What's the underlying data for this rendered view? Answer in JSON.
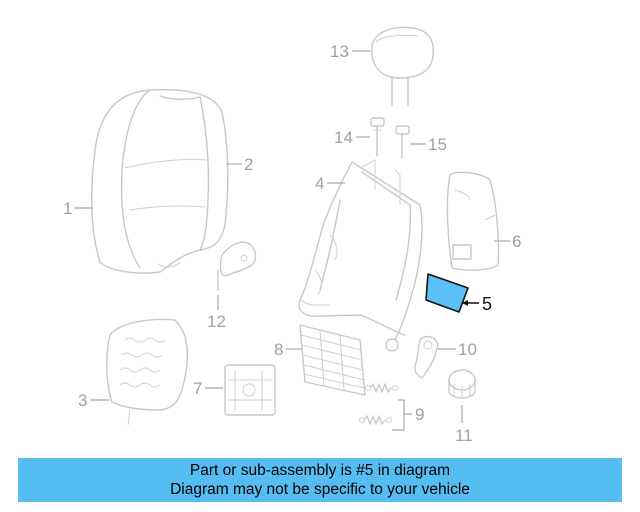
{
  "diagram": {
    "callouts": {
      "c1": "1",
      "c2": "2",
      "c3": "3",
      "c4": "4",
      "c5": "5",
      "c6": "6",
      "c7": "7",
      "c8": "8",
      "c9": "9",
      "c10": "10",
      "c11": "11",
      "c12": "12",
      "c13": "13",
      "c14": "14",
      "c15": "15"
    },
    "highlighted_part": "5",
    "highlight_color": "#5bc0f8",
    "line_color": "#c8c8c8"
  },
  "banner": {
    "line1": "Part or sub-assembly is #5 in diagram",
    "line2": "Diagram may not be specific to your vehicle",
    "background": "#55bdf2"
  }
}
